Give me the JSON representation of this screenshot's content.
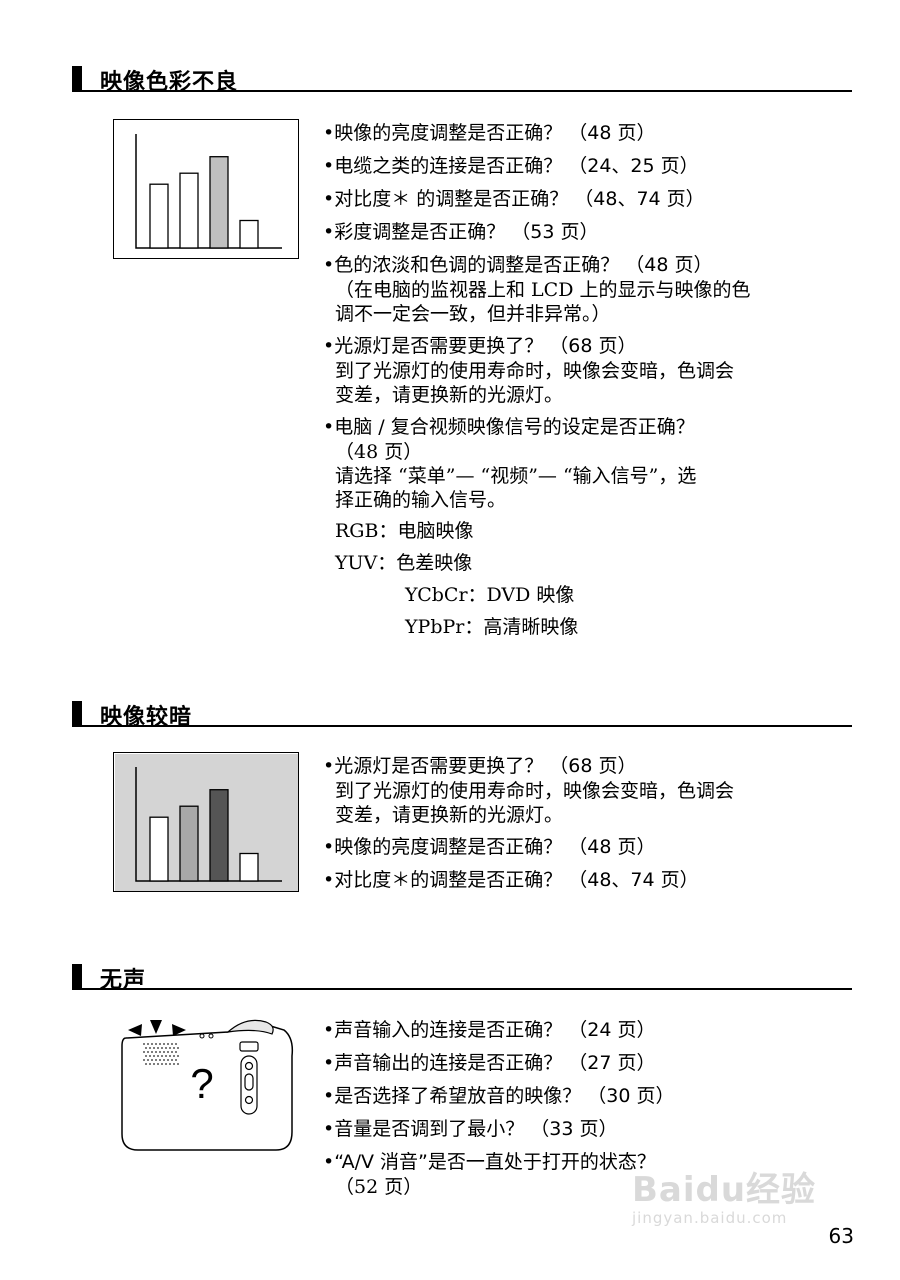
{
  "sections": [
    {
      "title": "映像色彩不良",
      "items": [
        {
          "main": "•映像的亮度调整是否正确？ （48 页）"
        },
        {
          "main": "•电缆之类的连接是否正确？ （24、25 页）"
        },
        {
          "main": "•对比度＊ 的调整是否正确？ （48、74 页）"
        },
        {
          "main": "•彩度调整是否正确？ （53 页）"
        },
        {
          "main": "•色的浓淡和色调的调整是否正确？ （48 页）",
          "sub": [
            "（在电脑的监视器上和 LCD 上的显示与映像的色",
            "调不一定会一致，但并非异常。）"
          ]
        },
        {
          "main": "•光源灯是否需要更换了？ （68 页）",
          "sub": [
            "到了光源灯的使用寿命时，映像会变暗，色调会",
            "变差，请更换新的光源灯。"
          ]
        },
        {
          "main": "•电脑 / 复合视频映像信号的设定是否正确？",
          "sub": [
            "（48 页）",
            "请选择 “菜单”— “视频”— “输入信号”，选",
            "择正确的输入信号。"
          ]
        }
      ],
      "signals": [
        "RGB：电脑映像",
        "YUV：色差映像"
      ],
      "yuv_types": [
        "YCbCr：DVD 映像",
        "YPbPr：高清晰映像"
      ]
    },
    {
      "title": "映像较暗",
      "items": [
        {
          "main": "•光源灯是否需要更换了？ （68 页）",
          "sub": [
            "到了光源灯的使用寿命时，映像会变暗，色调会",
            "变差，请更换新的光源灯。"
          ]
        },
        {
          "main": "•映像的亮度调整是否正确？ （48 页）"
        },
        {
          "main": "•对比度＊的调整是否正确？ （48、74 页）"
        }
      ]
    },
    {
      "title": "无声",
      "items": [
        {
          "main": "•声音输入的连接是否正确？ （24 页）"
        },
        {
          "main": "•声音输出的连接是否正确？ （27 页）"
        },
        {
          "main": "•是否选择了希望放音的映像？ （30 页）"
        },
        {
          "main": "•音量是否调到了最小？ （33 页）"
        },
        {
          "main": "•“A/V 消音”是否一直处于打开的状态？",
          "sub": [
            "（52 页）"
          ]
        }
      ]
    }
  ],
  "illustrations": {
    "color_bars": {
      "values": [
        0.58,
        0.68,
        0.83,
        0.25
      ],
      "fills": [
        "#ffffff",
        "#ffffff",
        "#c0c0c0",
        "#ffffff"
      ],
      "background": "#ffffff"
    },
    "dark_bars": {
      "values": [
        0.58,
        0.68,
        0.83,
        0.25
      ],
      "fills": [
        "#ffffff",
        "#a8a8a8",
        "#555555",
        "#ffffff"
      ],
      "background": "#d4d4d4"
    },
    "projector_icon": "projector-question-icon",
    "question_mark": "?"
  },
  "page_number": "63",
  "watermark": {
    "brand": "Baidu经验",
    "url": "jingyan.baidu.com"
  }
}
